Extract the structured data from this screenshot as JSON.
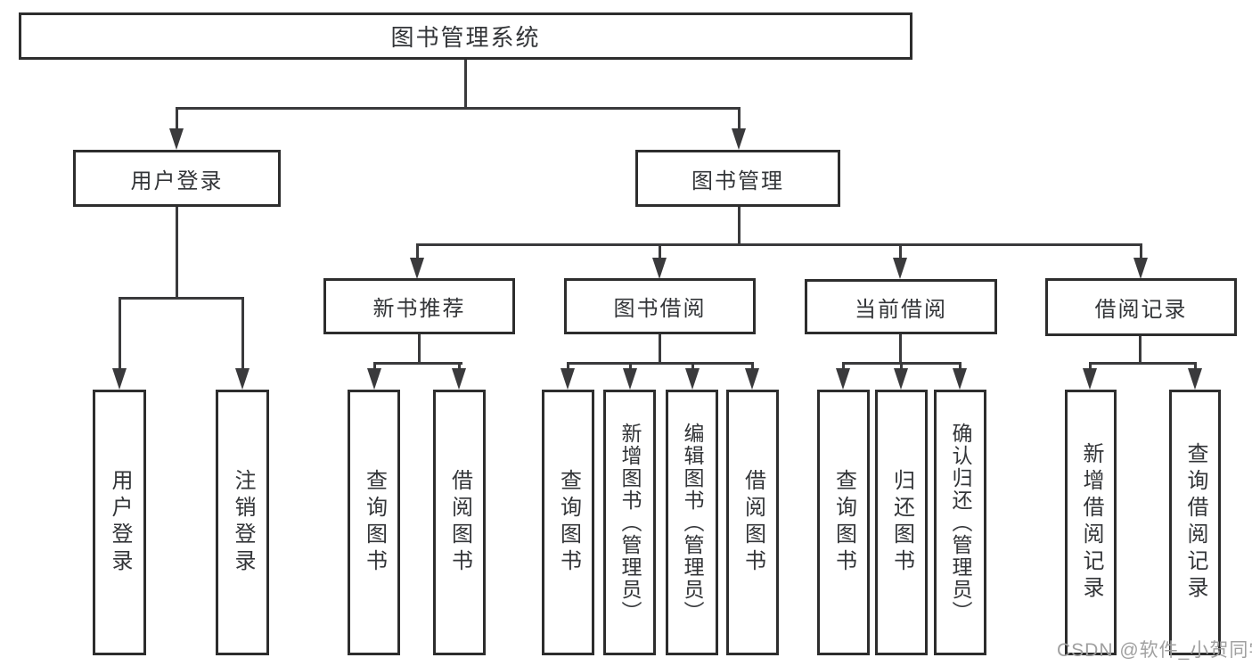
{
  "colors": {
    "background": "#ffffff",
    "box_border": "#2d2d2d",
    "connector": "#3a3a3c",
    "text": "#333538",
    "watermark_text": "#a0a0a0"
  },
  "tree": {
    "root": {
      "label": "图书管理系统",
      "children": [
        {
          "label": "用户登录",
          "children": [
            {
              "label": "用户登录"
            },
            {
              "label": "注销登录"
            }
          ]
        },
        {
          "label": "图书管理",
          "children": [
            {
              "label": "新书推荐",
              "children": [
                {
                  "label": "查询图书"
                },
                {
                  "label": "借阅图书"
                }
              ]
            },
            {
              "label": "图书借阅",
              "children": [
                {
                  "label": "查询图书"
                },
                {
                  "label": "新增图书（管理员）"
                },
                {
                  "label": "编辑图书（管理员）"
                },
                {
                  "label": "借阅图书"
                }
              ]
            },
            {
              "label": "当前借阅",
              "children": [
                {
                  "label": "查询图书"
                },
                {
                  "label": "归还图书"
                },
                {
                  "label": "确认归还（管理员）"
                }
              ]
            },
            {
              "label": "借阅记录",
              "children": [
                {
                  "label": "新增借阅记录"
                },
                {
                  "label": "查询借阅记录"
                }
              ]
            }
          ]
        }
      ]
    }
  },
  "watermark": "CSDN @软件_小贺同学"
}
